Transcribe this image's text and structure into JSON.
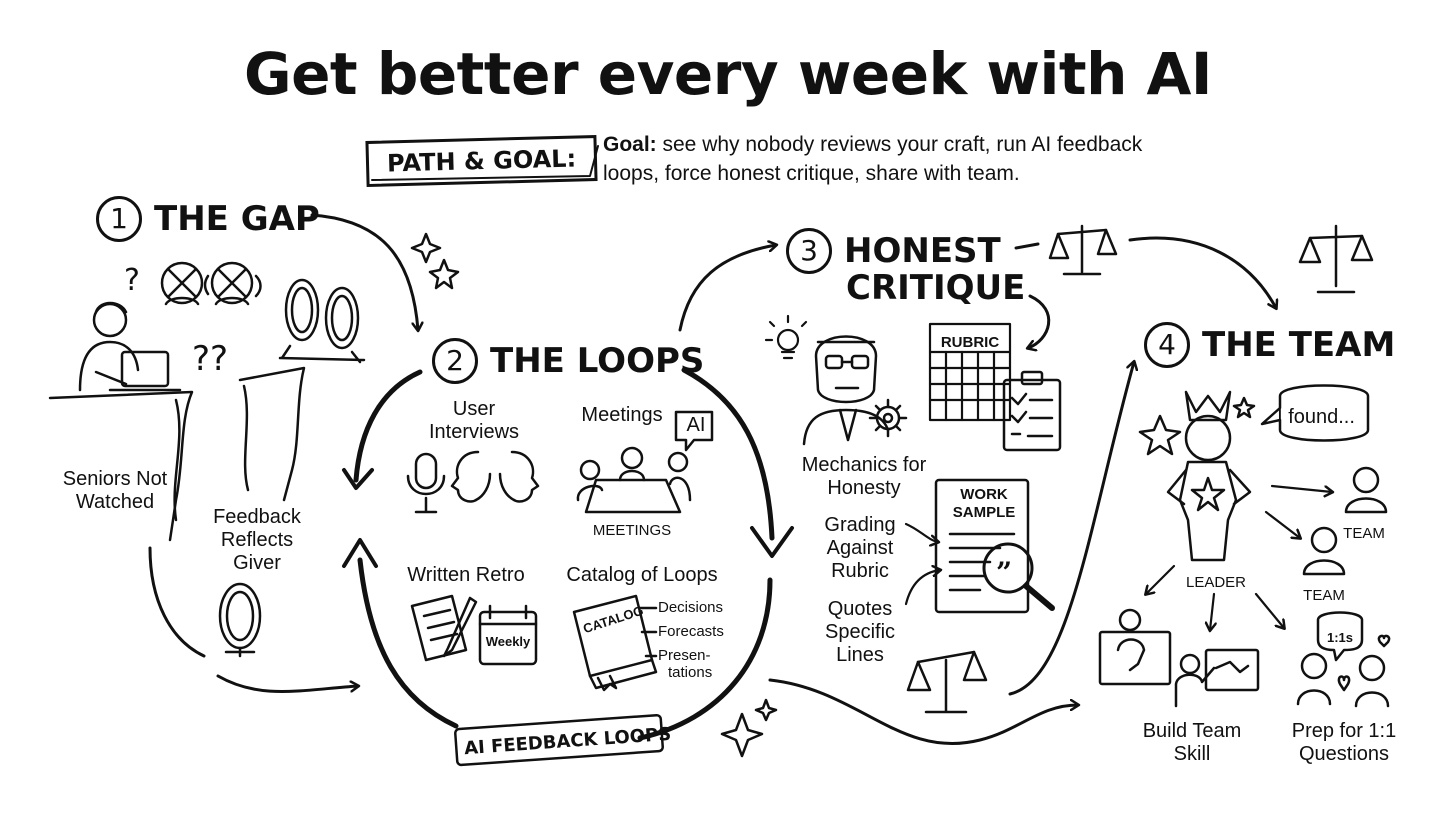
{
  "title": "Get better every week with AI",
  "path_label": "PATH & GOAL:",
  "goal": {
    "bold": "Goal:",
    "text": " see why nobody reviews your craft, run AI feedback loops, force honest critique, share with team."
  },
  "sections": {
    "gap": {
      "num": "1",
      "title": "THE GAP",
      "label1": "Seniors Not Watched",
      "label2": "Feedback Reflects Giver"
    },
    "loops": {
      "num": "2",
      "title": "THE LOOPS",
      "user_interviews": "User Interviews",
      "meetings": "Meetings",
      "ai_bubble": "AI",
      "meetings_caption": "MEETINGS",
      "written_retro": "Written Retro",
      "weekly": "Weekly",
      "catalog_title": "Catalog of Loops",
      "catalog_book": "CATALOG",
      "catalog_items": [
        "Decisions",
        "Forecasts",
        "Presen-",
        "tations"
      ],
      "banner": "AI FEEDBACK LOOPS"
    },
    "critique": {
      "num": "3",
      "title_line1": "HONEST",
      "title_line2": "CRITIQUE",
      "rubric": "RUBRIC",
      "mechanics": "Mechanics for Honesty",
      "grading": "Grading Against Rubric",
      "quotes": "Quotes Specific Lines",
      "work_sample": "WORK SAMPLE"
    },
    "team": {
      "num": "4",
      "title": "THE TEAM",
      "speech": "I found...",
      "team1": "TEAM",
      "team2": "TEAM",
      "leader": "LEADER",
      "one_on_one": "1:1s",
      "build_skill": "Build Team Skill",
      "prep": "Prep for 1:1 Questions"
    }
  },
  "icons": [
    "question-mark-icon",
    "crossed-face-icon",
    "person-laptop-icon",
    "mirror-icon",
    "cliff-icon",
    "sparkle-icon",
    "microphone-icon",
    "head-profile-icon",
    "meeting-table-icon",
    "notepad-pencil-icon",
    "calendar-icon",
    "book-icon",
    "lightbulb-icon",
    "reviewer-face-icon",
    "gear-icon",
    "grid-icon",
    "checklist-icon",
    "magnifier-icon",
    "scales-icon",
    "crowned-leader-icon",
    "person-icon",
    "whiteboard-icon"
  ]
}
